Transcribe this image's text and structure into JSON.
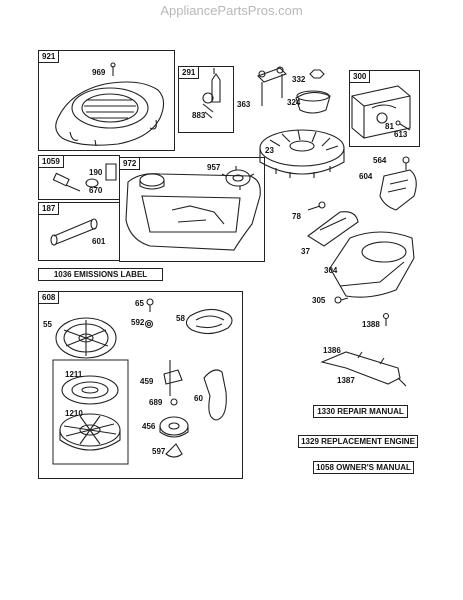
{
  "watermark": "AppliancePartsPros.com",
  "boxes": {
    "b921": "921",
    "b291": "291",
    "b300": "300",
    "b1059": "1059",
    "b972": "972",
    "b187": "187",
    "b608": "608"
  },
  "labels": {
    "p969": "969",
    "p883": "883",
    "p363": "363",
    "p332": "332",
    "p324": "324",
    "p23": "23",
    "p81": "81",
    "p613": "613",
    "p564": "564",
    "p604": "604",
    "p190": "190",
    "p670": "670",
    "p957": "957",
    "p601": "601",
    "p78": "78",
    "p37": "37",
    "p304": "304",
    "p305": "305",
    "p1388": "1388",
    "p1386": "1386",
    "p1387": "1387",
    "p65": "65",
    "p592": "592",
    "p58": "58",
    "p55": "55",
    "p1211": "1211",
    "p1210": "1210",
    "p459": "459",
    "p689": "689",
    "p60": "60",
    "p456": "456",
    "p597": "597"
  },
  "documents": {
    "emissions_label": "1036 EMISSIONS LABEL",
    "repair_manual": "1330 REPAIR MANUAL",
    "replacement_engine": "1329 REPLACEMENT ENGINE",
    "owners_manual": "1058 OWNER'S MANUAL"
  }
}
